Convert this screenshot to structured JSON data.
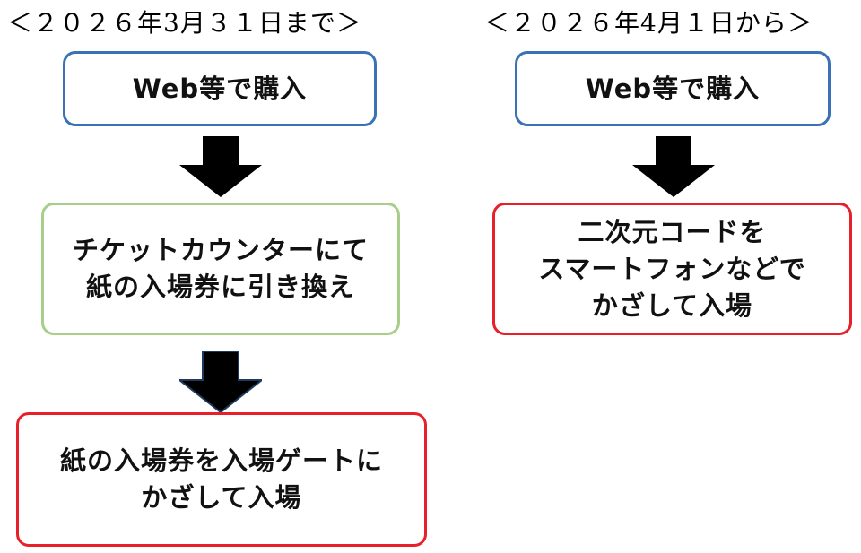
{
  "left_column": {
    "title": "＜２０２６年3月３１日まで＞",
    "steps": [
      {
        "lines": [
          "Web等で購入"
        ],
        "border_color": "#3b72b5"
      },
      {
        "lines": [
          "チケットカウンターにて",
          "紙の入場券に引き換え"
        ],
        "border_color": "#a8cf8a"
      },
      {
        "lines": [
          "紙の入場券を入場ゲートに",
          "かざして入場"
        ],
        "border_color": "#e8202a"
      }
    ]
  },
  "right_column": {
    "title": "＜２０２６年4月１日から＞",
    "steps": [
      {
        "lines": [
          "Web等で購入"
        ],
        "border_color": "#3b72b5"
      },
      {
        "lines": [
          "二次元コードを",
          "スマートフォンなどで",
          "かざして入場"
        ],
        "border_color": "#e8202a"
      }
    ]
  },
  "colors": {
    "arrow": "#000000",
    "arrow_outline_dark": "#1f3a5f"
  }
}
